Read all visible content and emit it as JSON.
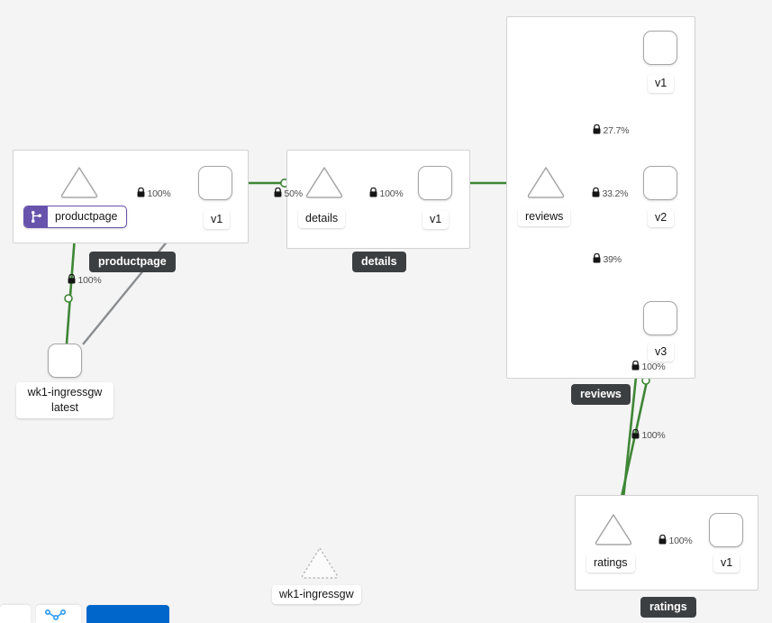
{
  "app": {
    "name": "service-mesh-graph",
    "canvas_background": "#f4f4f4",
    "colors": {
      "healthy_edge": "#3e8635",
      "idle_edge": "#8a8d90",
      "node_border": "#a6a6a6",
      "group_border": "#d2d2d2",
      "namespace_chip": "#3c3f42",
      "virtualservice_badge": "#6753ac"
    }
  },
  "groups": [
    {
      "id": "g-productpage",
      "name": "productpage"
    },
    {
      "id": "g-details",
      "name": "details"
    },
    {
      "id": "g-reviews",
      "name": "reviews"
    },
    {
      "id": "g-ratings",
      "name": "ratings"
    }
  ],
  "namespace_chips": [
    {
      "id": "chip-productpage",
      "label": "productpage"
    },
    {
      "id": "chip-details",
      "label": "details"
    },
    {
      "id": "chip-reviews",
      "label": "reviews"
    },
    {
      "id": "chip-ratings",
      "label": "ratings"
    }
  ],
  "nodes": {
    "productpage_service": {
      "label": "productpage",
      "type": "service",
      "badge": "virtual-service-icon"
    },
    "productpage_v1": {
      "label": "v1",
      "type": "workload"
    },
    "details_service": {
      "label": "details",
      "type": "service"
    },
    "details_v1": {
      "label": "v1",
      "type": "workload"
    },
    "reviews_service": {
      "label": "reviews",
      "type": "service"
    },
    "reviews_v1": {
      "label": "v1",
      "type": "workload"
    },
    "reviews_v2": {
      "label": "v2",
      "type": "workload"
    },
    "reviews_v3": {
      "label": "v3",
      "type": "workload"
    },
    "ratings_service": {
      "label": "ratings",
      "type": "service"
    },
    "ratings_v1": {
      "label": "v1",
      "type": "workload"
    },
    "ingressgw_workload": {
      "label": "wk1-ingressgw\nlatest",
      "type": "workload"
    },
    "ingressgw_service": {
      "label": "wk1-ingressgw",
      "type": "service",
      "state": "idle"
    }
  },
  "edges": [
    {
      "id": "e-ingress-to-ppsvc",
      "source": "ingressgw_workload",
      "target": "productpage_service",
      "label": "100%",
      "mtls": true,
      "health": "healthy"
    },
    {
      "id": "e-ingress-to-ppv1",
      "source": "ingressgw_workload",
      "target": "productpage_v1",
      "label": "",
      "mtls": false,
      "health": "idle"
    },
    {
      "id": "e-ppsvc-to-ppv1",
      "source": "productpage_service",
      "target": "productpage_v1",
      "label": "100%",
      "mtls": true,
      "health": "healthy"
    },
    {
      "id": "e-ppv1-to-detsvc",
      "source": "productpage_v1",
      "target": "details_service",
      "label": "50%",
      "mtls": true,
      "health": "healthy"
    },
    {
      "id": "e-detsvc-to-detv1",
      "source": "details_service",
      "target": "details_v1",
      "label": "100%",
      "mtls": true,
      "health": "healthy"
    },
    {
      "id": "e-detv1-to-revsvc",
      "source": "details_v1",
      "target": "reviews_service",
      "label": "",
      "mtls": false,
      "health": "healthy"
    },
    {
      "id": "e-revsvc-to-revv1",
      "source": "reviews_service",
      "target": "reviews_v1",
      "label": "27.7%",
      "mtls": true,
      "health": "healthy"
    },
    {
      "id": "e-revsvc-to-revv2",
      "source": "reviews_service",
      "target": "reviews_v2",
      "label": "33.2%",
      "mtls": true,
      "health": "healthy"
    },
    {
      "id": "e-revsvc-to-revv3",
      "source": "reviews_service",
      "target": "reviews_v3",
      "label": "39%",
      "mtls": true,
      "health": "healthy"
    },
    {
      "id": "e-revv2-to-ratsvc",
      "source": "reviews_v2",
      "target": "ratings_service",
      "label": "100%",
      "mtls": true,
      "health": "healthy"
    },
    {
      "id": "e-revv3-to-ratsvc",
      "source": "reviews_v3",
      "target": "ratings_service",
      "label": "100%",
      "mtls": true,
      "health": "healthy"
    },
    {
      "id": "e-ratsvc-to-ratv1",
      "source": "ratings_service",
      "target": "ratings_v1",
      "label": "100%",
      "mtls": true,
      "health": "healthy"
    }
  ],
  "edge_labels": {
    "ingress_to_ppsvc": "100%",
    "ppsvc_to_ppv1": "100%",
    "ppv1_to_detsvc": "50%",
    "detsvc_to_detv1": "100%",
    "revsvc_to_revv1": "27.7%",
    "revsvc_to_revv2": "33.2%",
    "revsvc_to_revv3": "39%",
    "rev_to_ratsvc_upper": "100%",
    "rev_to_ratsvc_lower": "100%",
    "ratsvc_to_ratv1": "100%"
  }
}
